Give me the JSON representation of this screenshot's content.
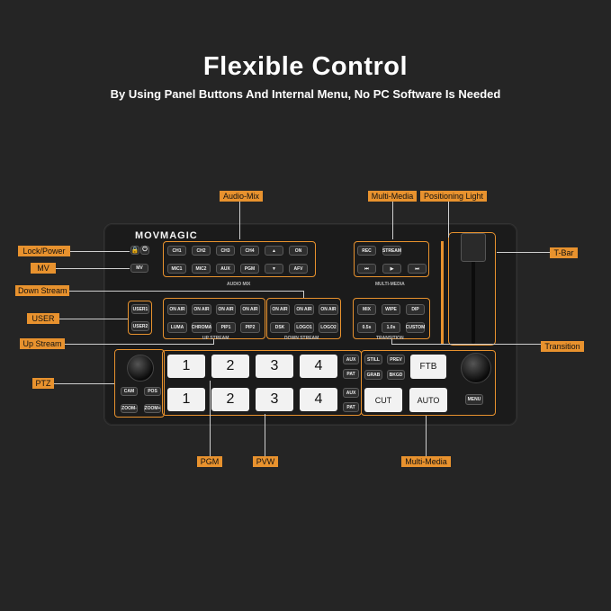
{
  "title": "Flexible Control",
  "subtitle": "By Using Panel Buttons And Internal Menu, No PC Software Is Needed",
  "logo": "MOVMAGIC",
  "callouts": {
    "audio_mix": "Audio-Mix",
    "multi_media_top": "Multi-Media",
    "positioning_light": "Positioning Light",
    "lock_power": "Lock/Power",
    "t_bar": "T-Bar",
    "mv": "MV",
    "down_stream": "Down Stream",
    "user": "USER",
    "up_stream": "Up Stream",
    "transition": "Transition",
    "ptz": "PTZ",
    "pgm": "PGM",
    "pvw": "PVW",
    "multi_media_bottom": "Multi-Media"
  },
  "sections": {
    "audio_mix": "AUDIO MIX",
    "multi_media": "MULTI-MEDIA",
    "up_stream": "UP STREAM",
    "down_stream": "DOWN STREAM",
    "transition": "TRANSITION"
  },
  "buttons": {
    "mv": "MV",
    "audio_row1": [
      "CH1",
      "CH2",
      "CH3",
      "CH4",
      "▲",
      "ON"
    ],
    "audio_row2": [
      "MIC1",
      "MIC2",
      "AUX",
      "PGM",
      "▼",
      "AFV"
    ],
    "media_row1": [
      "REC",
      "STREAM"
    ],
    "media_row2": [
      "⏮",
      "▶",
      "⏭"
    ],
    "user": [
      "USER1",
      "USER2"
    ],
    "upstream_row1": [
      "ON AIR",
      "ON AIR",
      "ON AIR",
      "ON AIR"
    ],
    "upstream_row2": [
      "LUMA",
      "CHROMA",
      "PIP1",
      "PIP2"
    ],
    "downstream_row1": [
      "ON AIR",
      "ON AIR",
      "ON AIR"
    ],
    "downstream_row2": [
      "DSK",
      "LOGO1",
      "LOGO2"
    ],
    "transition_row1": [
      "MIX",
      "WIPE",
      "DIP"
    ],
    "transition_row2": [
      "0.5s",
      "1.0s",
      "CUSTOM"
    ],
    "ptz": [
      "CAM",
      "POS",
      "ZOOM-",
      "ZOOM+"
    ],
    "pgm": [
      "1",
      "2",
      "3",
      "4"
    ],
    "pvw": [
      "1",
      "2",
      "3",
      "4"
    ],
    "pgm_side": [
      "AUX",
      "PAT"
    ],
    "pvw_side": [
      "AUX",
      "PAT"
    ],
    "still_grid": [
      "STILL",
      "PREV",
      "GRAB",
      "BKGD"
    ],
    "ftb": "FTB",
    "cut": "CUT",
    "auto": "AUTO",
    "menu": "MENU"
  }
}
